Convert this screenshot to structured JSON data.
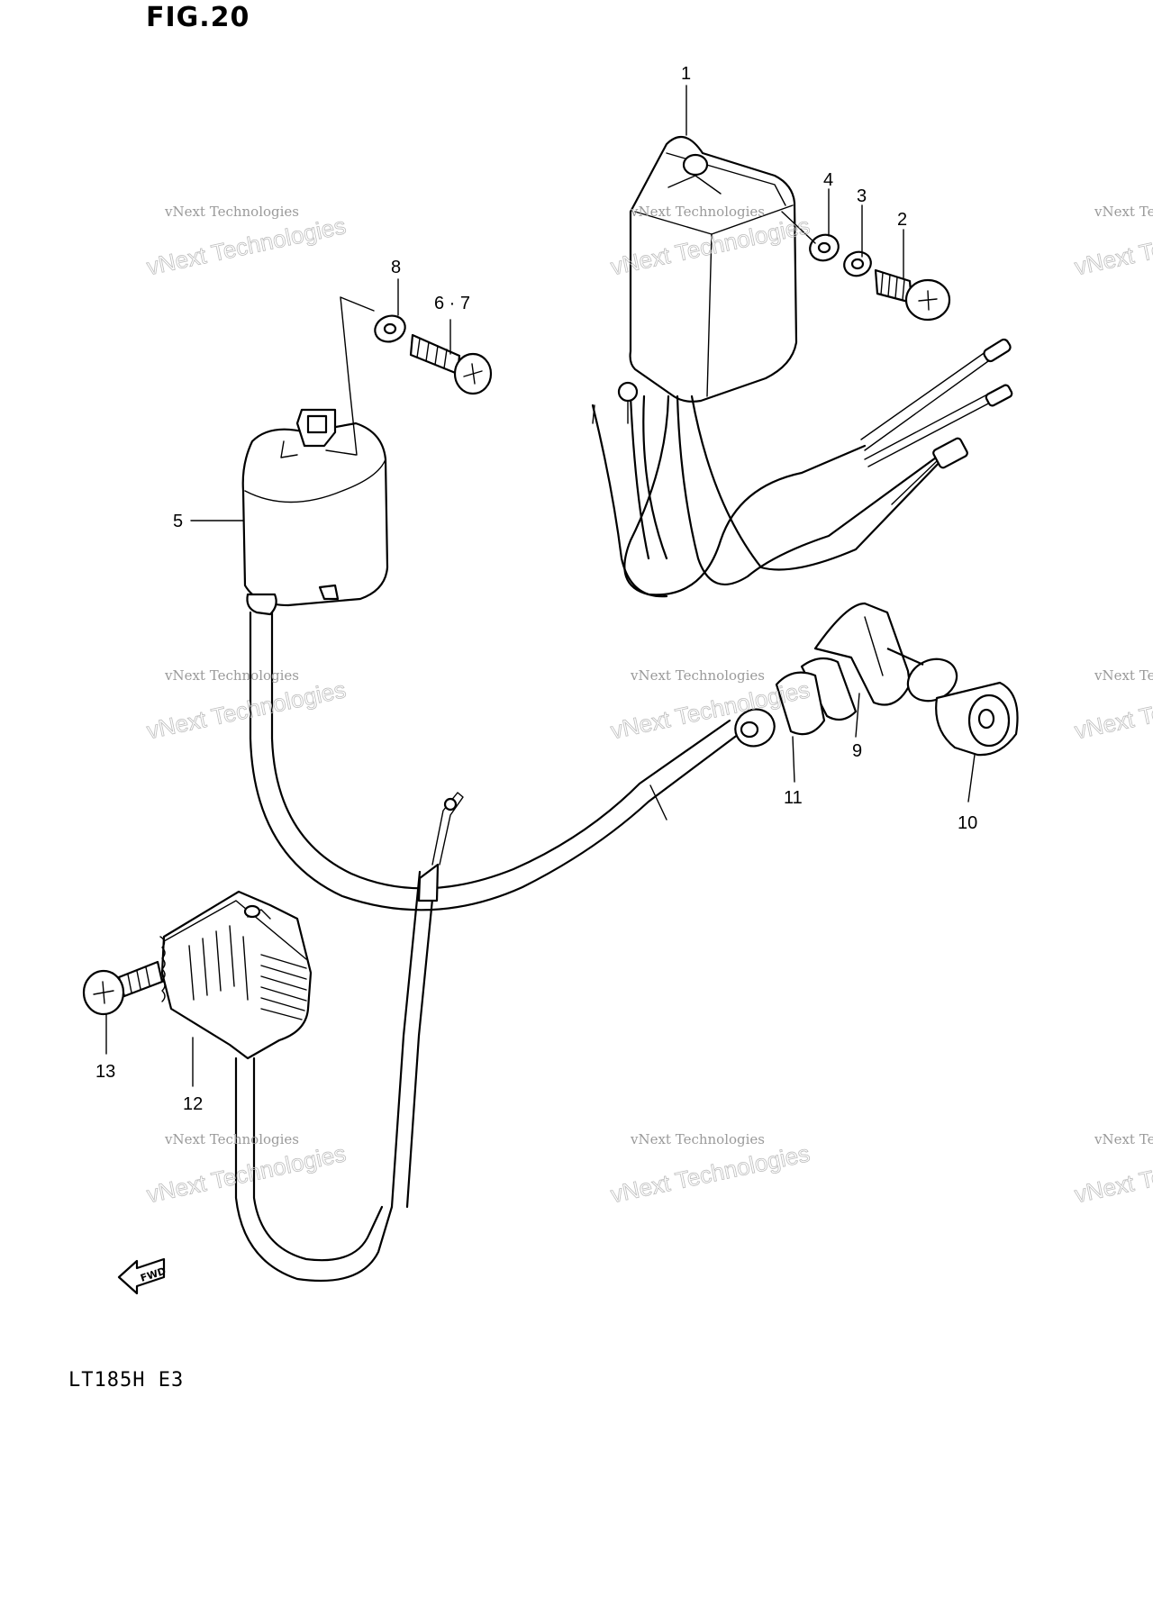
{
  "figure_title": "FIG.20",
  "model_code": "LT185H E3",
  "fwd_label": "FWD",
  "watermark": {
    "line1": "vNext Technologies",
    "line2": "vNext Technologies"
  },
  "callouts": [
    "1",
    "2",
    "3",
    "4",
    "5",
    "6 · 7",
    "8",
    "9",
    "10",
    "11",
    "12",
    "13"
  ]
}
